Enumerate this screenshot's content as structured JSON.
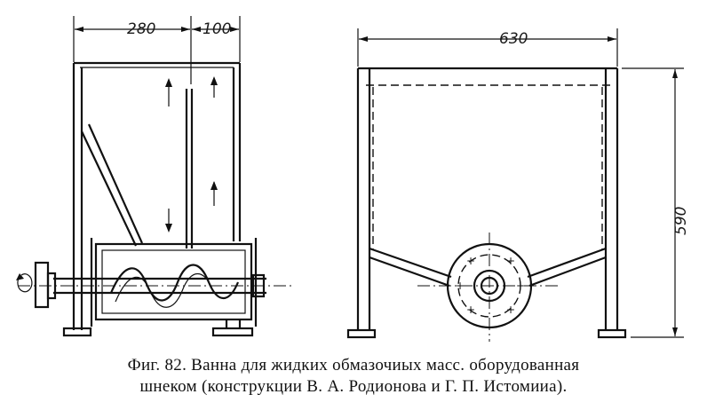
{
  "dimensions": {
    "d280": "280",
    "d100": "100",
    "d630": "630",
    "d590": "590"
  },
  "caption": {
    "line1": "Фиг. 82. Ванна для жидких обмазочиых масс. оборудованная",
    "line2": "шнеком (конструкции В. А. Родионова и Г. П. Истомииа)."
  }
}
